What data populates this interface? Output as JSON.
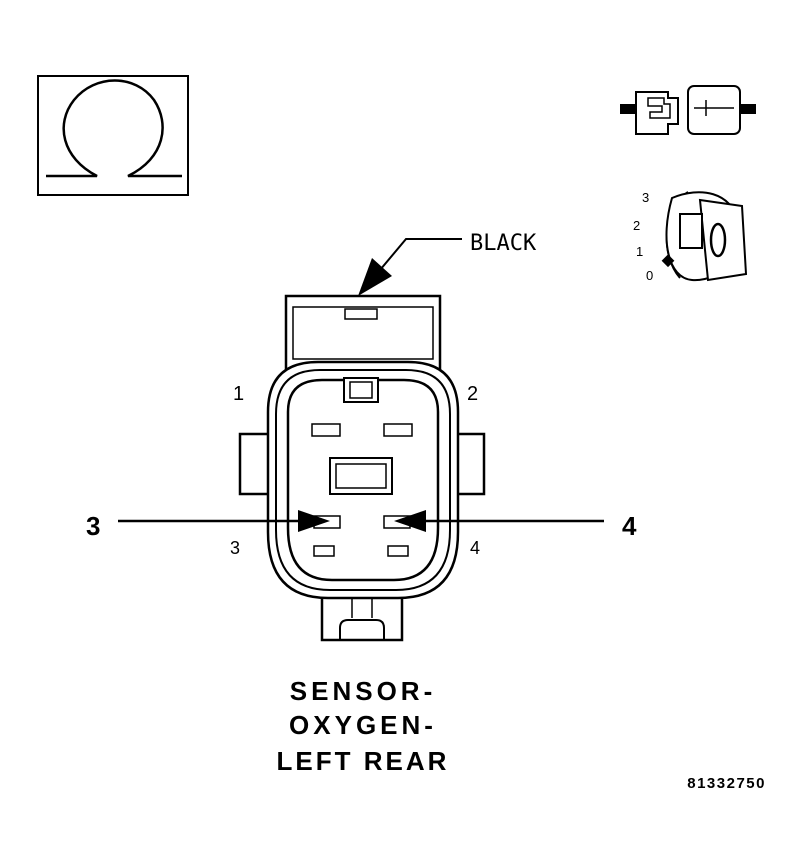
{
  "wire_color_label": "BLACK",
  "pin_labels": {
    "pin1": "1",
    "pin2": "2",
    "pin3": "3",
    "pin4": "4"
  },
  "probe_labels": {
    "left": "3",
    "right": "4"
  },
  "ignition_positions": [
    "3",
    "2",
    "1",
    "0"
  ],
  "title_lines": [
    "SENSOR-",
    "OXYGEN-",
    "LEFT REAR"
  ],
  "figure_number": "81332750",
  "icons": {
    "meter": "ohmmeter-icon",
    "connector": "disconnect-connector-icon",
    "ignition": "ignition-key-off-icon"
  },
  "colors": {
    "ink": "#000000",
    "paper": "#ffffff"
  }
}
